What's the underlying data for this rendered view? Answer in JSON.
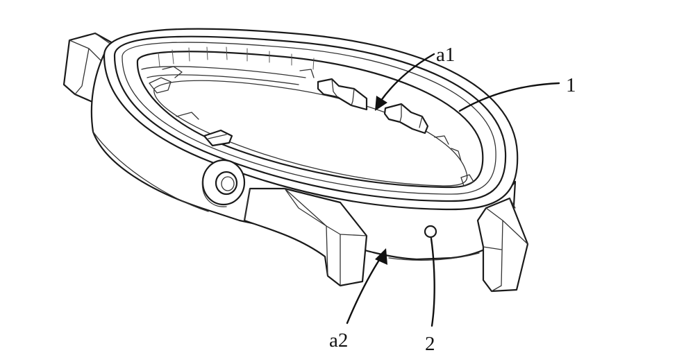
{
  "labels": {
    "a1": "a1",
    "one": "1",
    "a2": "a2",
    "two": "2"
  },
  "colors": {
    "line": "#1a1a1a",
    "background": "#ffffff"
  }
}
